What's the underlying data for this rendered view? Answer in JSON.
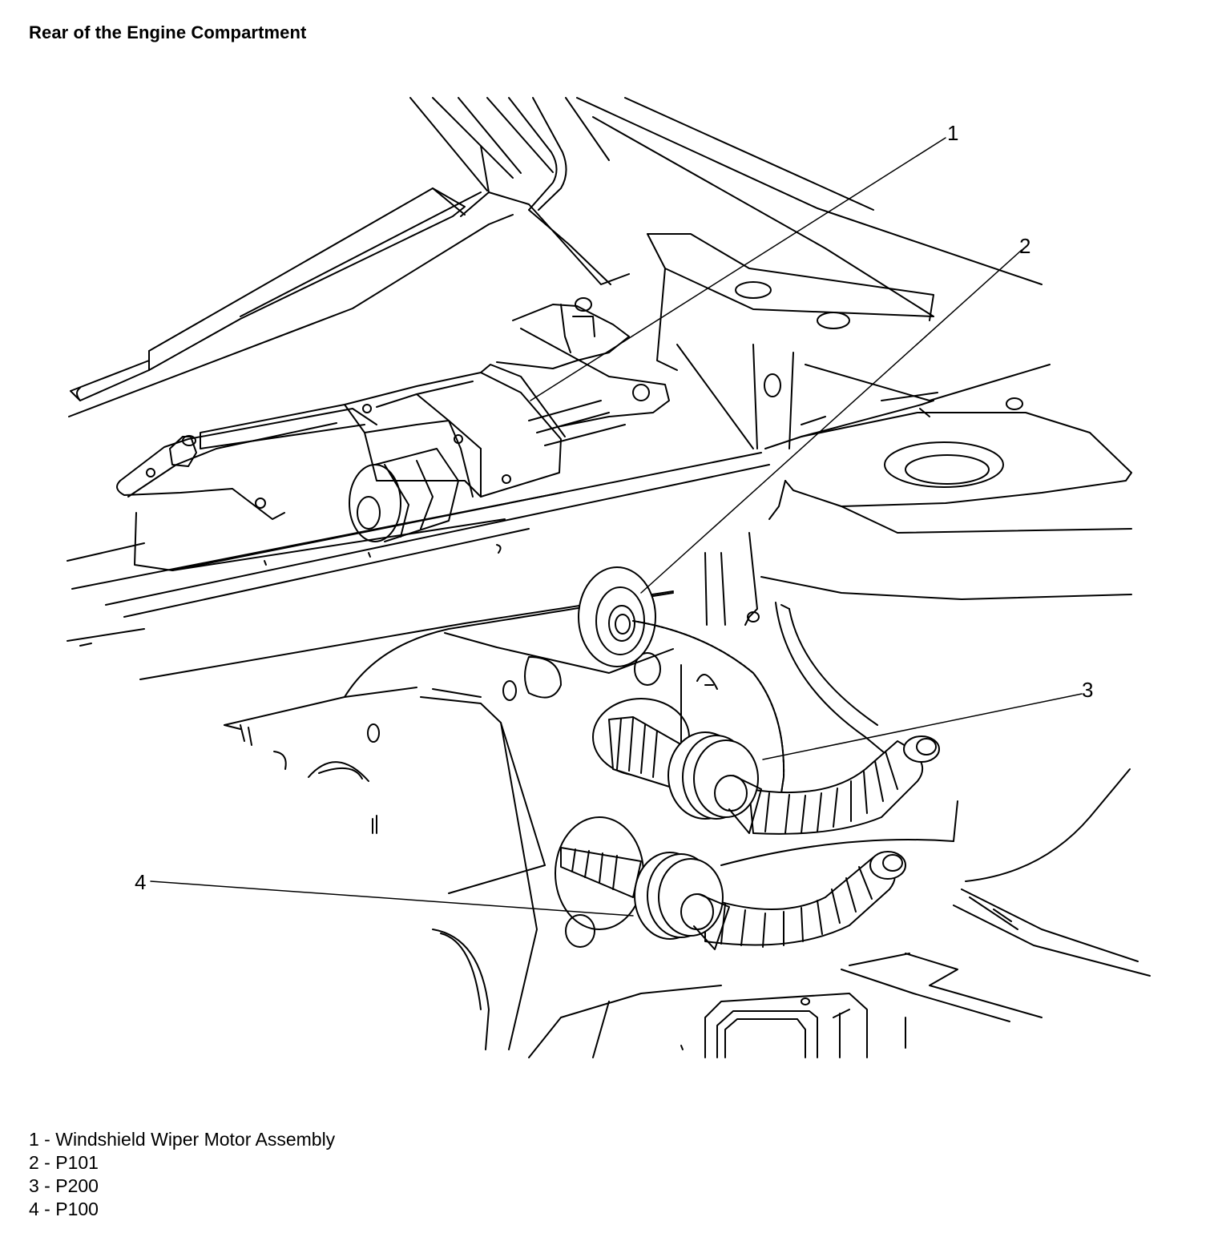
{
  "title": "Rear of the Engine Compartment",
  "callouts": [
    {
      "number": "1",
      "label": "Windshield Wiper Motor Assembly"
    },
    {
      "number": "2",
      "label": "P101"
    },
    {
      "number": "3",
      "label": "P200"
    },
    {
      "number": "4",
      "label": "P100"
    }
  ],
  "legend": [
    "1 - Windshield Wiper Motor Assembly",
    "2 - P101",
    "3 - P200",
    "4 - P100"
  ]
}
